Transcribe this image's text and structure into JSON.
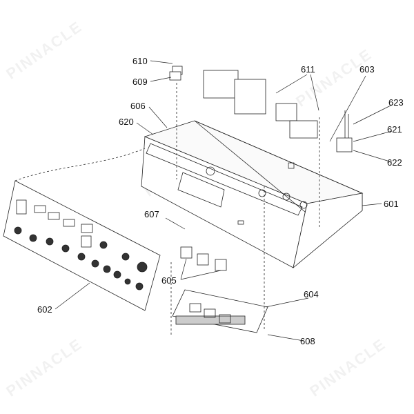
{
  "watermark": "PINNACLE",
  "labels": {
    "p601": "601",
    "p602": "602",
    "p603": "603",
    "p604": "604",
    "p605": "605",
    "p606": "606",
    "p607": "607",
    "p608": "608",
    "p609": "609",
    "p610": "610",
    "p611": "611",
    "p620": "620",
    "p621": "621",
    "p622": "622",
    "p623": "623"
  }
}
